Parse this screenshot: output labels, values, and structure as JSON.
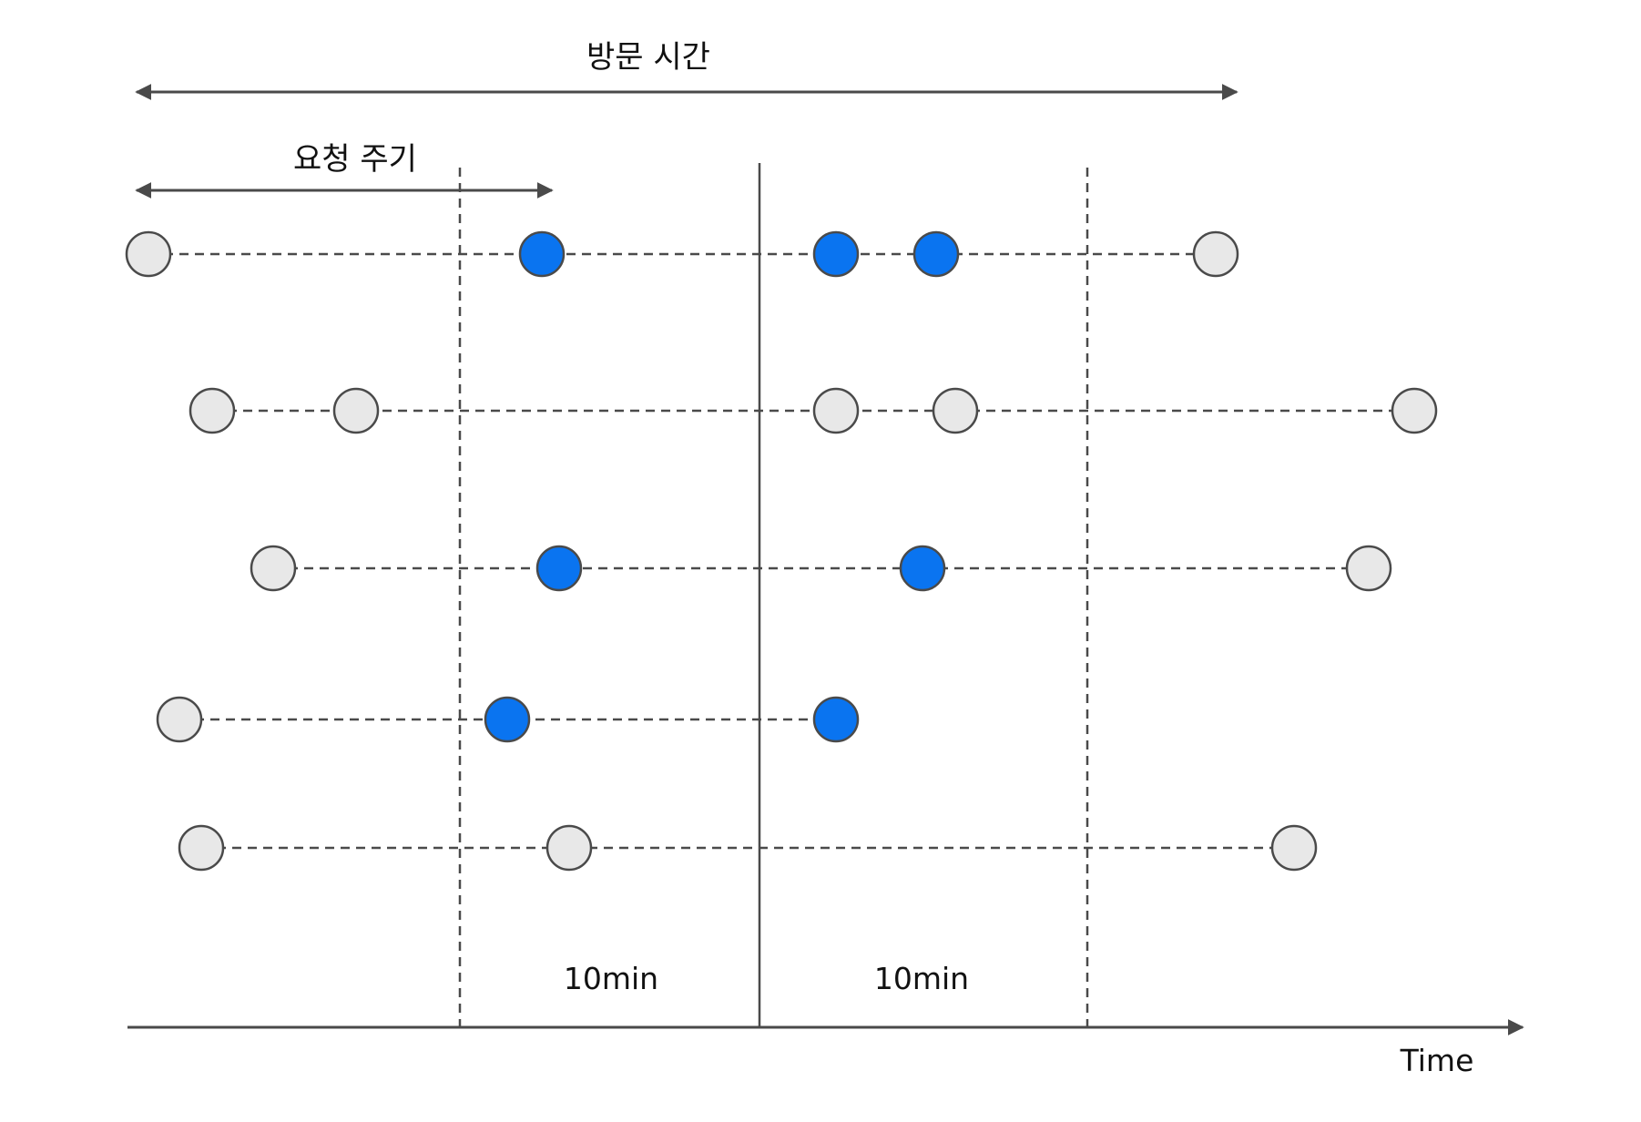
{
  "labels": {
    "visit_time": "방문 시간",
    "request_period": "요청 주기",
    "window_left": "10min",
    "window_right": "10min",
    "time_axis": "Time"
  },
  "colors": {
    "highlight": "#0a74f0",
    "neutral": "#e8e8e8",
    "stroke": "#4a4a4a"
  },
  "legend_states": [
    "neutral",
    "highlight"
  ],
  "rows": [
    {
      "dots": [
        "neutral",
        "highlight",
        "highlight",
        "highlight",
        "neutral"
      ]
    },
    {
      "dots": [
        "neutral",
        "neutral",
        "neutral",
        "neutral",
        "neutral"
      ]
    },
    {
      "dots": [
        "neutral",
        "highlight",
        "highlight",
        "neutral"
      ]
    },
    {
      "dots": [
        "neutral",
        "highlight",
        "highlight"
      ]
    },
    {
      "dots": [
        "neutral",
        "neutral",
        "neutral"
      ]
    }
  ]
}
